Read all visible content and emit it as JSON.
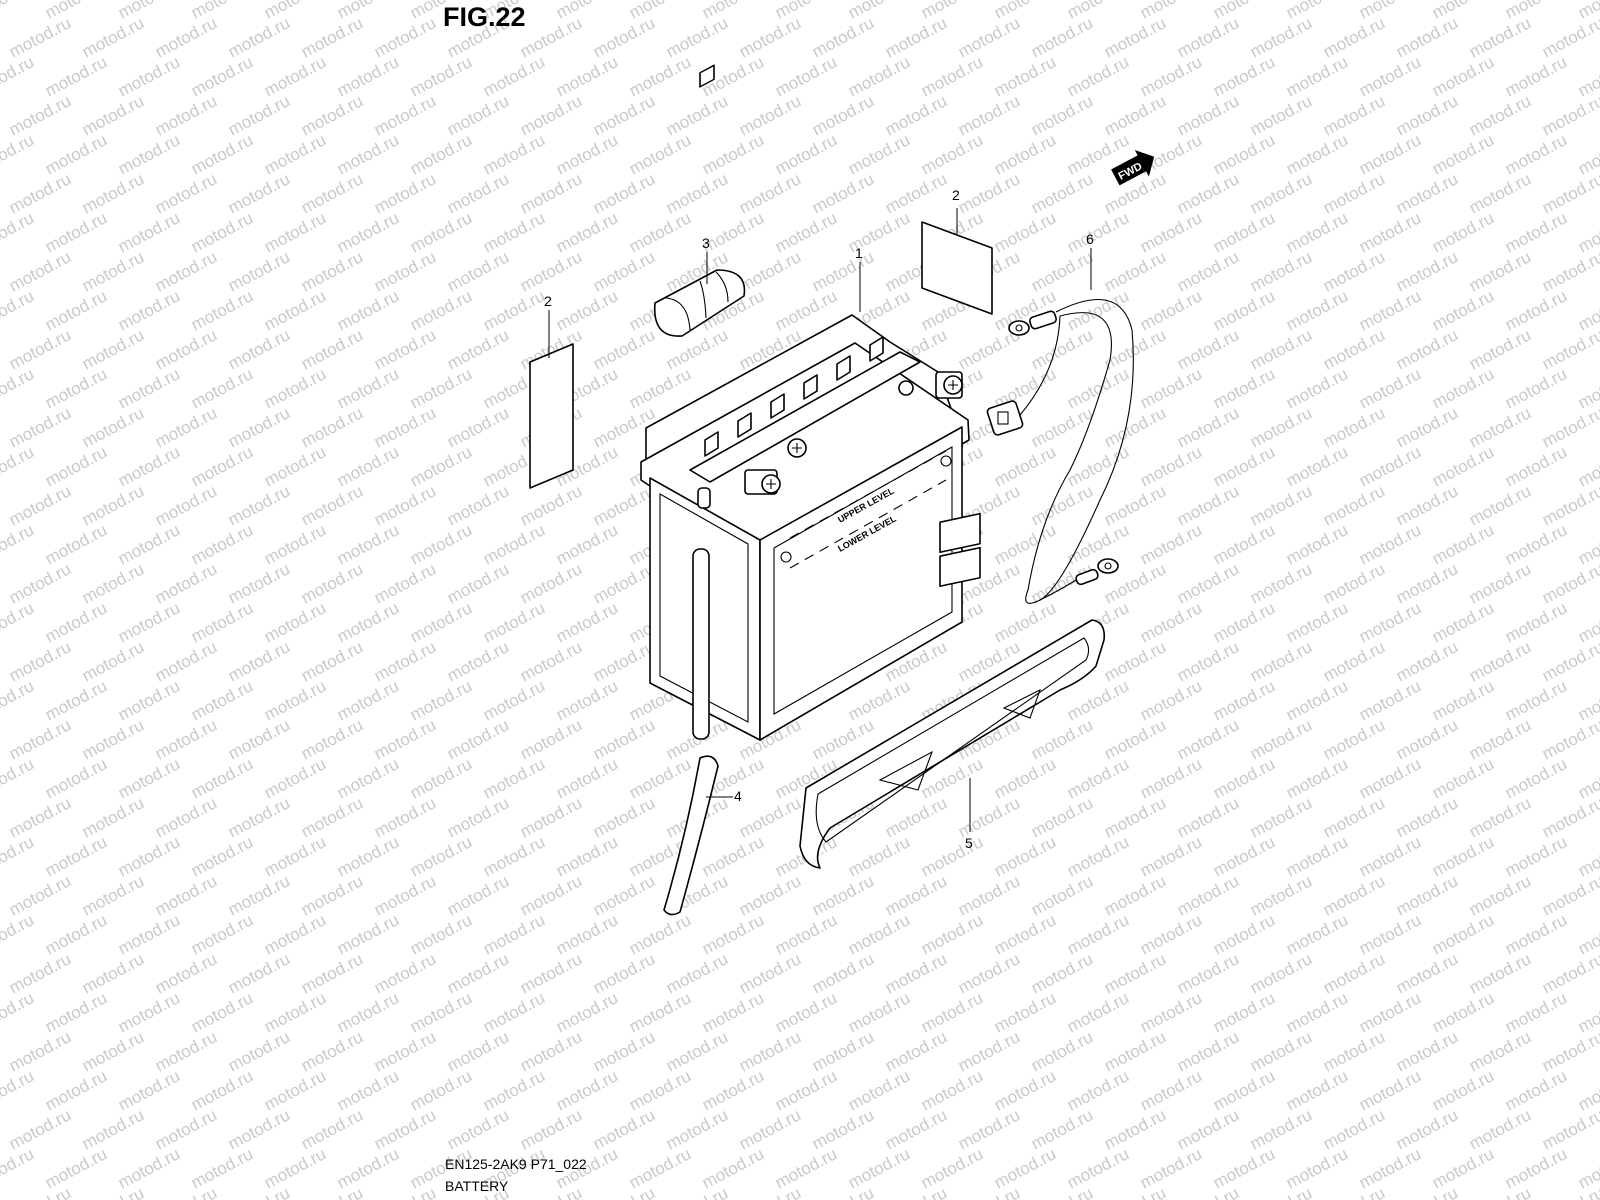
{
  "figure": {
    "title": "FIG.22",
    "footer_code": "EN125-2AK9 P71_022",
    "footer_name": "BATTERY"
  },
  "watermark": {
    "text": "motod.ru"
  },
  "fwd_marker": {
    "label": "FWD"
  },
  "battery_markings": {
    "upper": "UPPER LEVEL",
    "lower": "LOWER LEVEL"
  },
  "callouts": [
    {
      "id": "1",
      "label": "1"
    },
    {
      "id": "2a",
      "label": "2"
    },
    {
      "id": "2b",
      "label": "2"
    },
    {
      "id": "3",
      "label": "3"
    },
    {
      "id": "4",
      "label": "4"
    },
    {
      "id": "5",
      "label": "5"
    },
    {
      "id": "6",
      "label": "6"
    }
  ]
}
